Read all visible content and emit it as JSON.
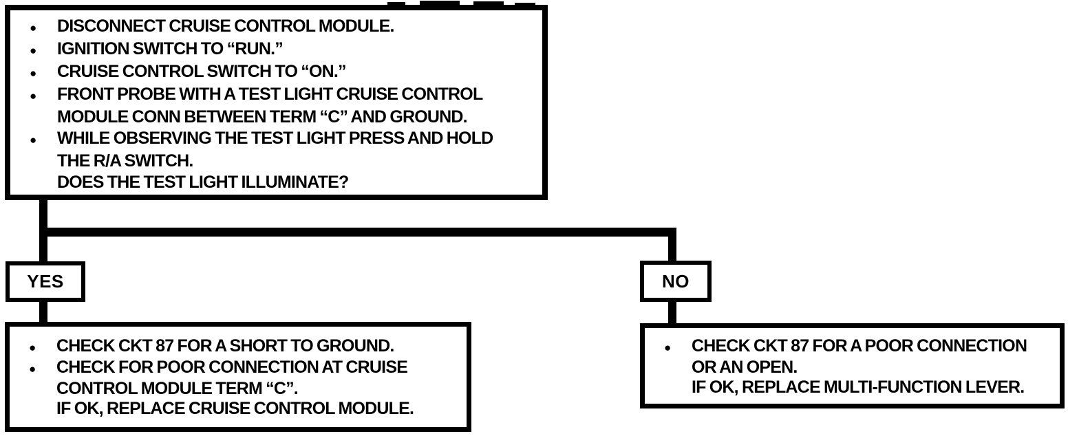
{
  "flowchart": {
    "colors": {
      "ink": "#000000",
      "paper": "#ffffff"
    },
    "question_box": {
      "lines": [
        {
          "bullet": "●",
          "text": "DISCONNECT CRUISE CONTROL MODULE."
        },
        {
          "bullet": "●",
          "text": "IGNITION SWITCH TO “RUN.”"
        },
        {
          "bullet": "●",
          "text": "CRUISE CONTROL SWITCH TO “ON.”"
        },
        {
          "bullet": "●",
          "text": "FRONT PROBE WITH A TEST LIGHT CRUISE CONTROL"
        },
        {
          "bullet": "",
          "text": "MODULE CONN BETWEEN TERM “C” AND GROUND."
        },
        {
          "bullet": "●",
          "text": "WHILE OBSERVING THE TEST LIGHT PRESS AND HOLD"
        },
        {
          "bullet": "",
          "text": "THE R/A SWITCH."
        },
        {
          "bullet": "",
          "text": "DOES THE TEST LIGHT ILLUMINATE?"
        }
      ]
    },
    "yes_label": "YES",
    "no_label": "NO",
    "yes_action_box": {
      "lines": [
        {
          "bullet": "●",
          "text": "CHECK CKT 87 FOR A SHORT TO GROUND."
        },
        {
          "bullet": "●",
          "text": "CHECK FOR POOR CONNECTION AT CRUISE"
        },
        {
          "bullet": "",
          "text": "CONTROL MODULE TERM “C”."
        },
        {
          "bullet": "",
          "text": "IF OK, REPLACE CRUISE CONTROL MODULE."
        }
      ]
    },
    "no_action_box": {
      "lines": [
        {
          "bullet": "●",
          "text": "CHECK CKT 87 FOR A POOR CONNECTION"
        },
        {
          "bullet": "",
          "text": "OR AN OPEN."
        },
        {
          "bullet": "",
          "text": "IF OK, REPLACE MULTI-FUNCTION LEVER."
        }
      ]
    }
  }
}
